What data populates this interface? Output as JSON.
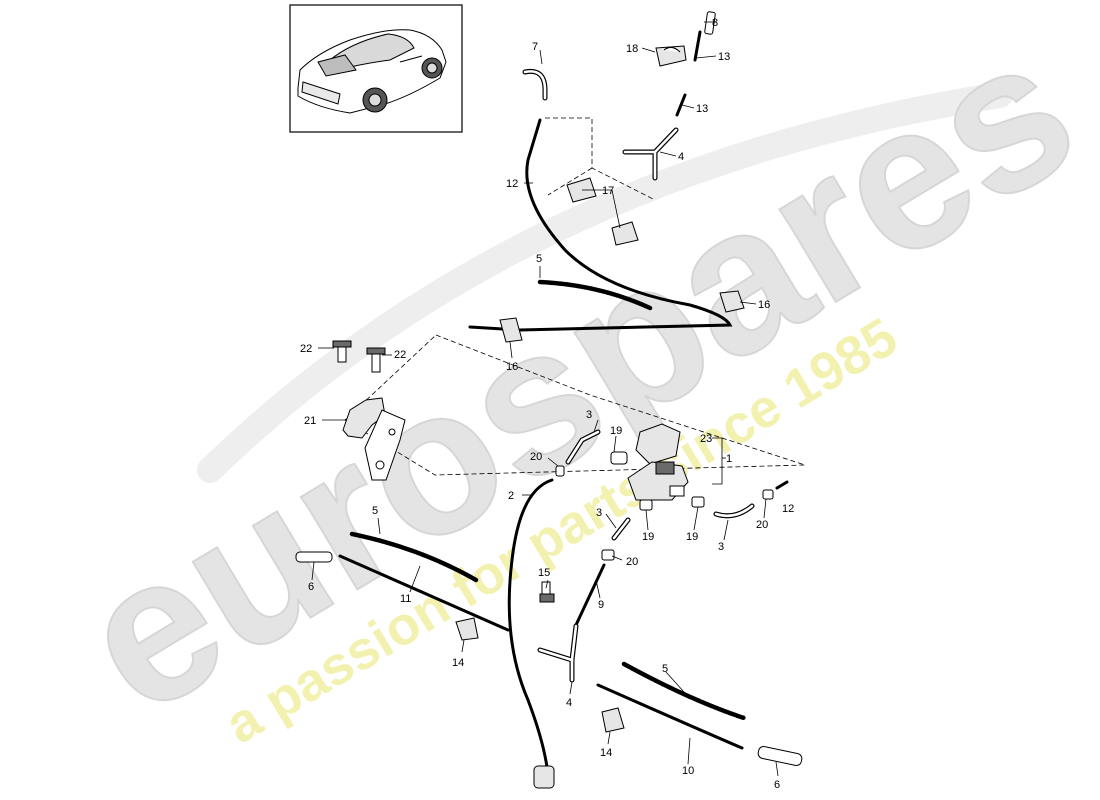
{
  "watermark": {
    "brand": "eurospares",
    "tagline": "a passion for parts since 1985"
  },
  "colors": {
    "watermark_brand": "#e4e4e4",
    "watermark_tagline": "#f3f1b0",
    "lines": "#000000",
    "background": "#ffffff"
  },
  "labels": {
    "p1": "1",
    "p2": "2",
    "p3a": "3",
    "p3b": "3",
    "p3c": "3",
    "p4a": "4",
    "p4b": "4",
    "p5a": "5",
    "p5b": "5",
    "p5c": "5",
    "p6a": "6",
    "p6b": "6",
    "p7": "7",
    "p8": "8",
    "p9": "9",
    "p10": "10",
    "p11": "11",
    "p12a": "12",
    "p12b": "12",
    "p13a": "13",
    "p13b": "13",
    "p14a": "14",
    "p14b": "14",
    "p15": "15",
    "p16a": "16",
    "p16b": "16",
    "p17": "17",
    "p18": "18",
    "p19a": "19",
    "p19b": "19",
    "p19c": "19",
    "p20a": "20",
    "p20b": "20",
    "p20c": "20",
    "p21": "21",
    "p22a": "22",
    "p22b": "22",
    "p23": "23"
  }
}
